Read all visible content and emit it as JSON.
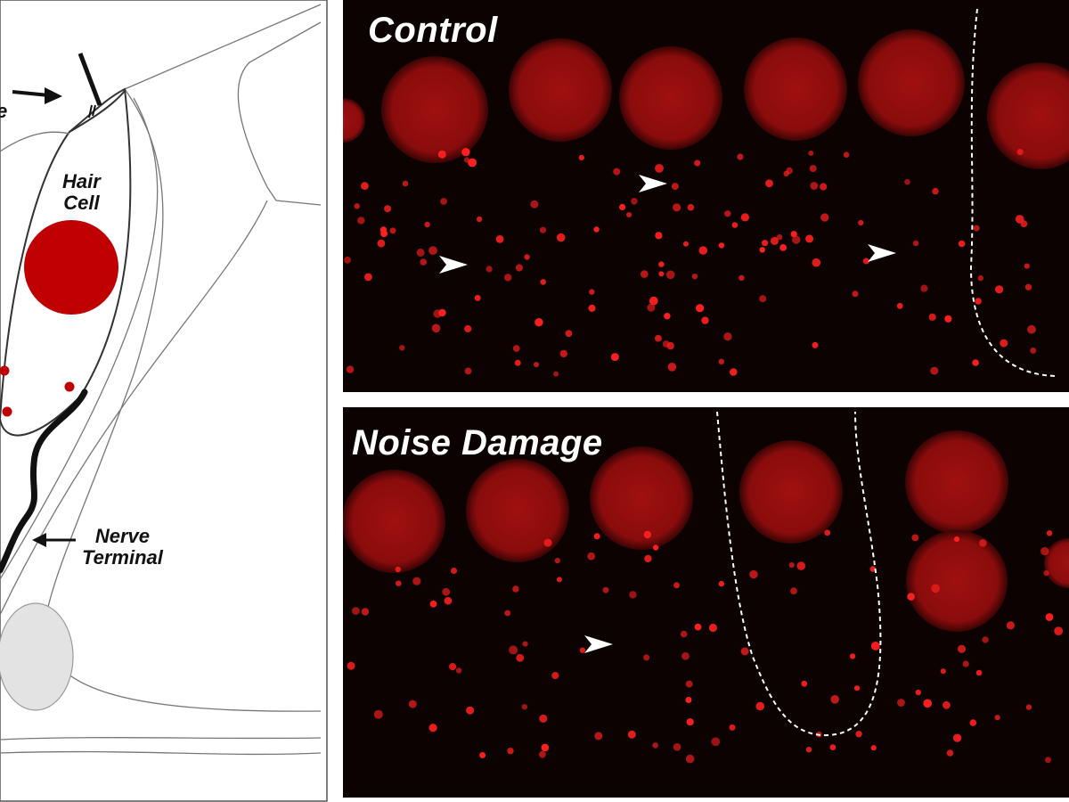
{
  "diagram": {
    "labels": {
      "stereocilia_partial": "e",
      "hair_cell_line1": "Hair",
      "hair_cell_line2": "Cell",
      "nerve_terminal_line1": "Nerve",
      "nerve_terminal_line2": "Terminal"
    },
    "colors": {
      "nucleus": "#c00000",
      "outline": "#333333",
      "support_cell": "#e3e3e3"
    }
  },
  "panels": [
    {
      "label": "Control",
      "condition": "control"
    },
    {
      "label": "Noise Damage",
      "condition": "noise-damage"
    }
  ],
  "colors": {
    "background": "#0c0202",
    "nuclei": "#a01010",
    "puncta": "#ff2020",
    "markers": "#ffffff"
  }
}
